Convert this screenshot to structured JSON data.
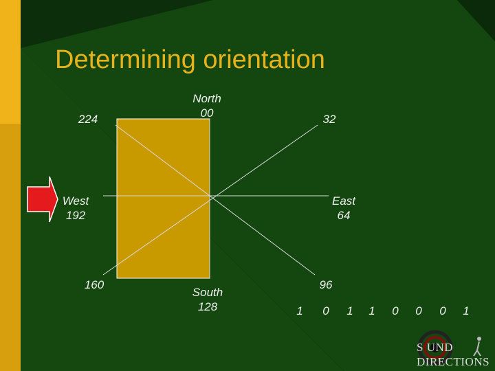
{
  "slide": {
    "title": "Determining orientation",
    "compass": {
      "north_name": "North",
      "north_value": "00",
      "northeast": "32",
      "east_name": "East",
      "east_value": "64",
      "southeast": "96",
      "south_name": "South",
      "south_value": "128",
      "southwest": "160",
      "west_name": "West",
      "west_value": "192",
      "northwest": "224"
    },
    "bits": [
      "1",
      "0",
      "1",
      "1",
      "0",
      "0",
      "0",
      "1"
    ],
    "logo": {
      "line1": "S   UND",
      "line2": "DIRECTIONS"
    }
  },
  "colors": {
    "background_green": "#13470f",
    "left_strip": "#e6a912",
    "rectangle": "#c99a00",
    "arrow": "#e41a1c",
    "title": "#e8b21a"
  }
}
